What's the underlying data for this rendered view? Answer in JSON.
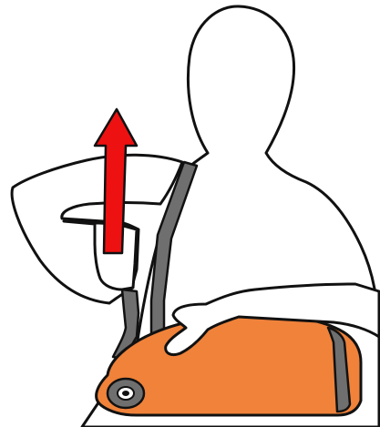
{
  "illustration": {
    "colors": {
      "outline": "#111111",
      "figure_fill": "#ffffff",
      "bag_fill": "#f0823a",
      "strap_fill": "#6f6f6f",
      "arrow_fill": "#ee1111",
      "background": "#ffffff"
    },
    "elements": [
      "person-silhouette",
      "raised-arm",
      "resting-arm",
      "shoulder-strap",
      "orange-bag",
      "bag-grommet",
      "upward-arrow"
    ],
    "arrow_direction": "up"
  }
}
